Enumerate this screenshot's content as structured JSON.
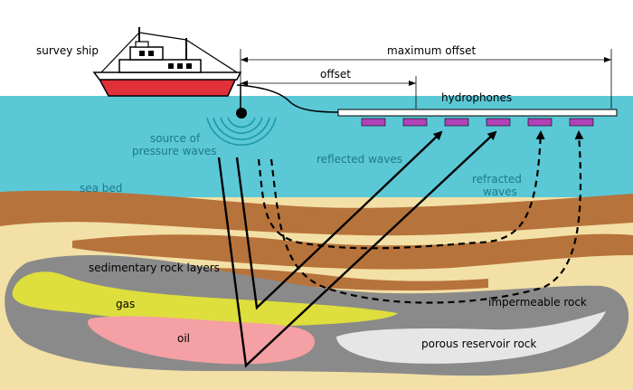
{
  "labels": {
    "survey_ship": "survey ship",
    "maximum_offset": "maximum offset",
    "offset": "offset",
    "hydrophones": "hydrophones",
    "source_line1": "source of",
    "source_line2": "pressure waves",
    "reflected_waves": "reflected waves",
    "refracted_line1": "refracted",
    "refracted_line2": "waves",
    "sea_bed": "sea bed",
    "sedimentary": "sedimentary rock layers",
    "gas": "gas",
    "oil": "oil",
    "impermeable": "impermeable rock",
    "porous": "porous reservoir rock"
  },
  "colors": {
    "sea": "#5bc8d6",
    "sand": "#f3e0a6",
    "rock_brown": "#b7733c",
    "impermeable": "#8a8a8a",
    "gas": "#dede3c",
    "oil": "#f4a0a4",
    "porous": "#e6e6e6",
    "hydrophone": "#b042b8",
    "ship_hull": "#e0303a",
    "wave_label": "#1b8a9c"
  }
}
